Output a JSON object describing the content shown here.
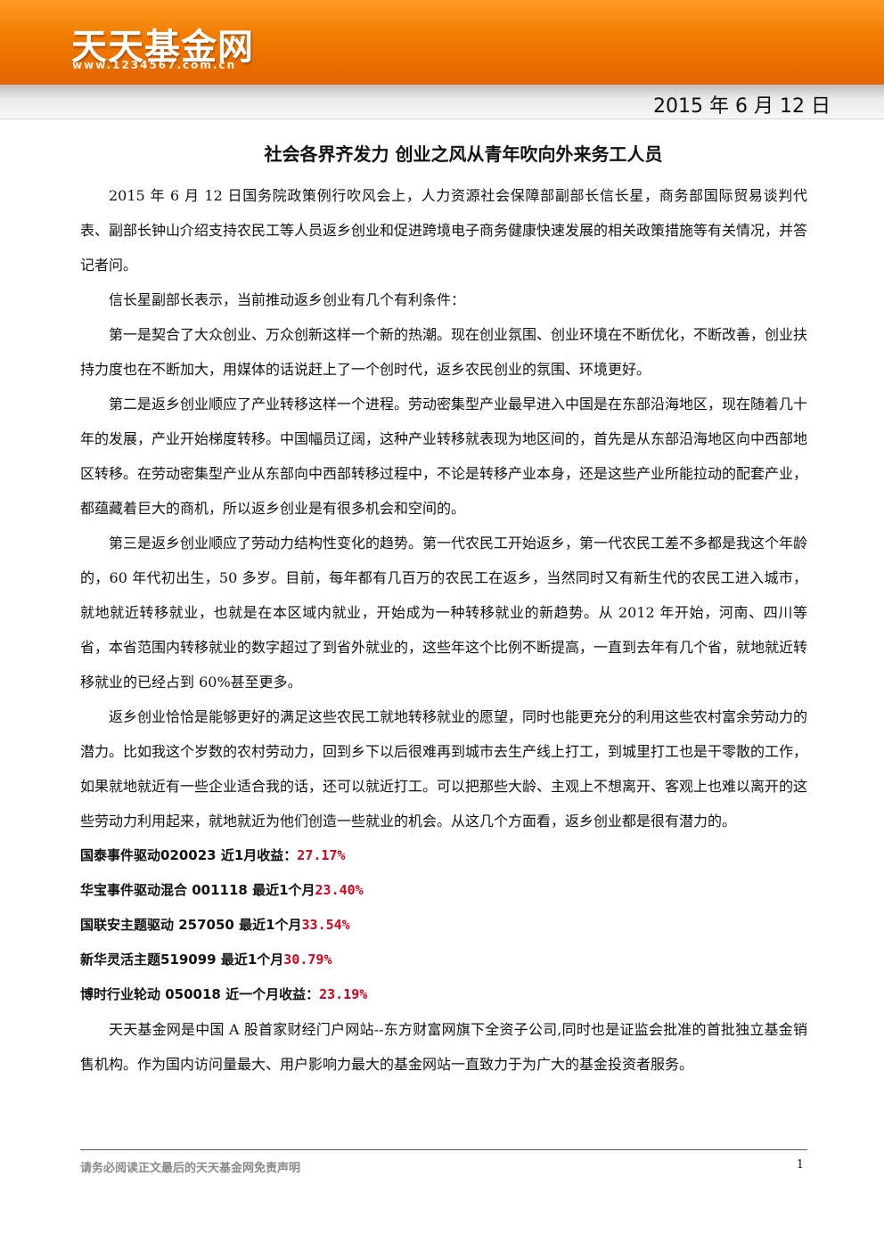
{
  "header": {
    "logo_text": "天天基金网",
    "logo_url": "www.1234567.com.cn",
    "date": "2015 年 6 月 12 日"
  },
  "article": {
    "title": "社会各界齐发力 创业之风从青年吹向外来务工人员",
    "paragraphs": [
      "2015 年 6 月 12 日国务院政策例行吹风会上，人力资源社会保障部副部长信长星，商务部国际贸易谈判代表、副部长钟山介绍支持农民工等人员返乡创业和促进跨境电子商务健康快速发展的相关政策措施等有关情况，并答记者问。",
      "信长星副部长表示，当前推动返乡创业有几个有利条件：",
      "第一是契合了大众创业、万众创新这样一个新的热潮。现在创业氛围、创业环境在不断优化，不断改善，创业扶持力度也在不断加大，用媒体的话说赶上了一个创时代，返乡农民创业的氛围、环境更好。",
      "第二是返乡创业顺应了产业转移这样一个进程。劳动密集型产业最早进入中国是在东部沿海地区，现在随着几十年的发展，产业开始梯度转移。中国幅员辽阔，这种产业转移就表现为地区间的，首先是从东部沿海地区向中西部地区转移。在劳动密集型产业从东部向中西部转移过程中，不论是转移产业本身，还是这些产业所能拉动的配套产业，都蕴藏着巨大的商机，所以返乡创业是有很多机会和空间的。",
      "第三是返乡创业顺应了劳动力结构性变化的趋势。第一代农民工开始返乡，第一代农民工差不多都是我这个年龄的，60 年代初出生，50 多岁。目前，每年都有几百万的农民工在返乡，当然同时又有新生代的农民工进入城市，就地就近转移就业，也就是在本区域内就业，开始成为一种转移就业的新趋势。从 2012 年开始，河南、四川等省，本省范围内转移就业的数字超过了到省外就业的，这些年这个比例不断提高，一直到去年有几个省，就地就近转移就业的已经占到 60%甚至更多。",
      "返乡创业恰恰是能够更好的满足这些农民工就地转移就业的愿望，同时也能更充分的利用这些农村富余劳动力的潜力。比如我这个岁数的农村劳动力，回到乡下以后很难再到城市去生产线上打工，到城里打工也是干零散的工作，如果就地就近有一些企业适合我的话，还可以就近打工。可以把那些大龄、主观上不想离开、客观上也难以离开的这些劳动力利用起来，就地就近为他们创造一些就业的机会。从这几个方面看，返乡创业都是很有潜力的。"
    ],
    "funds": [
      {
        "text": "国泰事件驱动020023 近1月收益：",
        "return": "27.17%"
      },
      {
        "text": "华宝事件驱动混合 001118 最近1个月",
        "return": "23.40%"
      },
      {
        "text": "国联安主题驱动 257050  最近1个月",
        "return": "33.54%"
      },
      {
        "text": "新华灵活主题519099  最近1个月",
        "return": "30.79%"
      },
      {
        "text": "博时行业轮动 050018   近一个月收益：",
        "return": "23.19%"
      }
    ],
    "closing": "天天基金网是中国 A 股首家财经门户网站--东方财富网旗下全资子公司,同时也是证监会批准的首批独立基金销售机构。作为国内访问量最大、用户影响力最大的基金网站一直致力于为广大的基金投资者服务。"
  },
  "footer": {
    "disclaimer": "请务必阅读正文最后的天天基金网免责声明",
    "page": "1"
  }
}
